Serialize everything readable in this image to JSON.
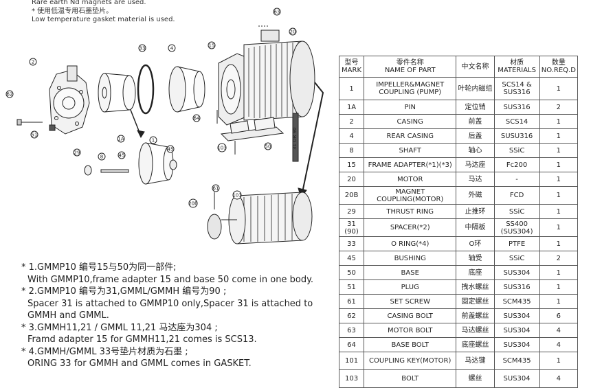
{
  "intro": [
    "Rare earth Nd magnets are used.",
    "* 使用低温专用石墨垫片。",
    "Low temperature gasket material is used."
  ],
  "callouts": {
    "c63": "63",
    "c20": "20",
    "c33": "33",
    "c4": "4",
    "c15": "15",
    "c2": "2",
    "c62": "62",
    "c64": "64",
    "c51": "51",
    "c1A": "1A",
    "c1": "1",
    "c45": "45",
    "c8": "8",
    "c29": "29",
    "c103": "103",
    "c50": "50",
    "c61": "61",
    "c101": "101",
    "c20B": "20B",
    "spacer": "31 OR 90"
  },
  "table": {
    "headers": [
      {
        "line1": "型号",
        "line2": "MARK"
      },
      {
        "line1": "零件名称",
        "line2": "NAME OF PART"
      },
      {
        "line1": "中文名称",
        "line2": ""
      },
      {
        "line1": "材质",
        "line2": "MATERIALS"
      },
      {
        "line1": "数量",
        "line2": "NO.REQ.D"
      }
    ],
    "rows": [
      {
        "mark": "1",
        "name": "IMPELLER&MAGNET COUPLING (PUMP)",
        "cn": "叶轮内磁组",
        "material": "SCS14 & SUS316",
        "qty": "1"
      },
      {
        "mark": "1A",
        "name": "PIN",
        "cn": "定位销",
        "material": "SUS316",
        "qty": "2"
      },
      {
        "mark": "2",
        "name": "CASING",
        "cn": "前盖",
        "material": "SCS14",
        "qty": "1"
      },
      {
        "mark": "4",
        "name": "REAR CASING",
        "cn": "后盖",
        "material": "SUSU316",
        "qty": "1"
      },
      {
        "mark": "8",
        "name": "SHAFT",
        "cn": "轴心",
        "material": "SSiC",
        "qty": "1"
      },
      {
        "mark": "15",
        "name": "FRAME ADAPTER(*1)(*3)",
        "cn": "马达座",
        "material": "Fc200",
        "qty": "1"
      },
      {
        "mark": "20",
        "name": "MOTOR",
        "cn": "马达",
        "material": "-",
        "qty": "1"
      },
      {
        "mark": "20B",
        "name": "MAGNET COUPLING(MOTOR)",
        "cn": "外磁",
        "material": "FCD",
        "qty": "1"
      },
      {
        "mark": "29",
        "name": "THRUST RING",
        "cn": "止推环",
        "material": "SSiC",
        "qty": "1"
      },
      {
        "mark": "31 (90)",
        "name": "SPACER(*2)",
        "cn": "中隔板",
        "material": "SS400 (SUS304)",
        "qty": "1"
      },
      {
        "mark": "33",
        "name": "O RING(*4)",
        "cn": "O环",
        "material": "PTFE",
        "qty": "1"
      },
      {
        "mark": "45",
        "name": "BUSHING",
        "cn": "轴受",
        "material": "SSiC",
        "qty": "2"
      },
      {
        "mark": "50",
        "name": "BASE",
        "cn": "底座",
        "material": "SUS304",
        "qty": "1"
      },
      {
        "mark": "51",
        "name": "PLUG",
        "cn": "拽水螺丝",
        "material": "SUS316",
        "qty": "1"
      },
      {
        "mark": "61",
        "name": "SET SCREW",
        "cn": "固定螺丝",
        "material": "SCM435",
        "qty": "1"
      },
      {
        "mark": "62",
        "name": "CASING BOLT",
        "cn": "前盖螺丝",
        "material": "SUS304",
        "qty": "6"
      },
      {
        "mark": "63",
        "name": "MOTOR BOLT",
        "cn": "马达螺丝",
        "material": "SUS304",
        "qty": "4"
      },
      {
        "mark": "64",
        "name": "BASE BOLT",
        "cn": "底座螺丝",
        "material": "SUS304",
        "qty": "4"
      },
      {
        "mark": "101",
        "name": "COUPLING KEY(MOTOR)",
        "cn": "马达键",
        "material": "SCM435",
        "qty": "1"
      },
      {
        "mark": "103",
        "name": "BOLT",
        "cn": "螺丝",
        "material": "SUS304",
        "qty": "4"
      }
    ]
  },
  "notes": [
    "* 1.GMMP10 编号15与50为同一部件;",
    "With GMMP10,frame adapter 15 and base 50 come in one body.",
    "* 2.GMMP10 编号为31,GMML/GMMH 编号为90 ;",
    "Spacer 31 is attached to GMMP10 only,Spacer 31 is attached to",
    "GMMH and GMML.",
    "* 3.GMMH11,21 / GMML 11,21 马达座为304 ;",
    "Framd adapter 15 for GMMH11,21 comes is SCS13.",
    "* 4.GMMH/GMML 33号垫片材质为石墨 ;",
    "ORING 33 for GMMH and GMML comes in GASKET."
  ]
}
